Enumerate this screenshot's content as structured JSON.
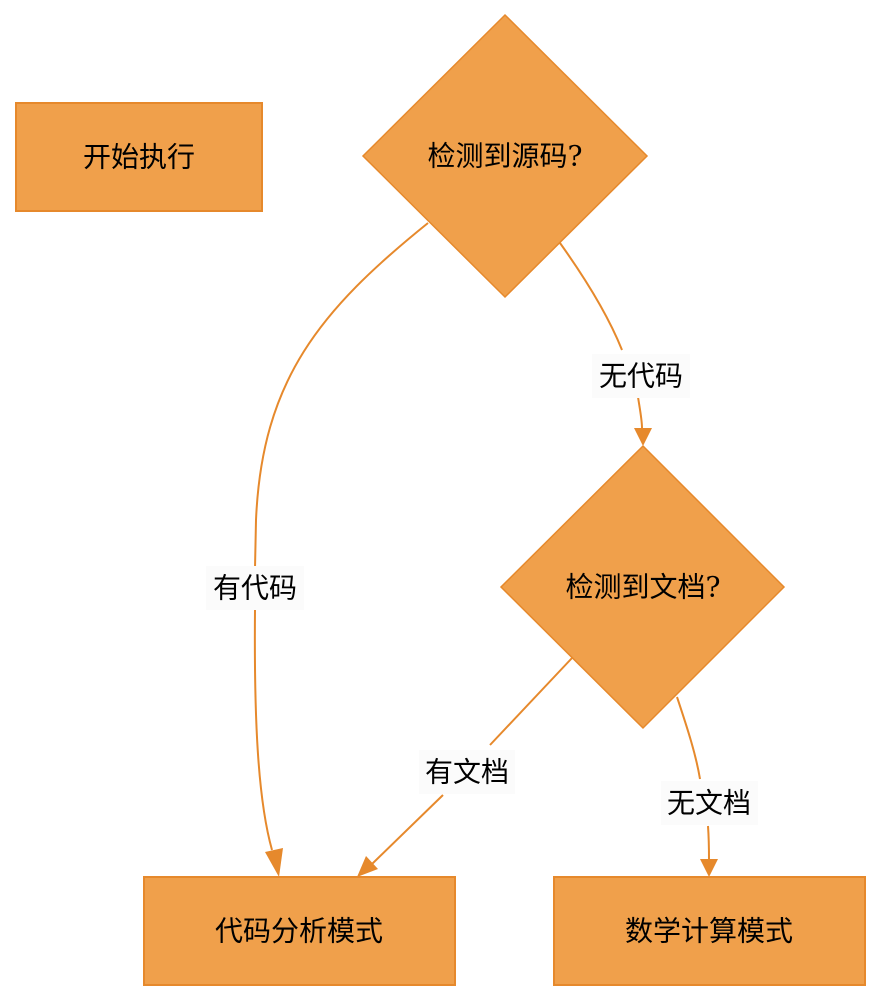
{
  "diagram": {
    "type": "flowchart",
    "colors": {
      "node_fill": "#F0A04B",
      "node_border": "#E6892C",
      "edge": "#E6892C",
      "text": "#000000"
    },
    "nodes": {
      "start": {
        "label": "开始执行",
        "shape": "rectangle"
      },
      "check_source": {
        "label": "检测到源码?",
        "shape": "diamond"
      },
      "check_docs": {
        "label": "检测到文档?",
        "shape": "diamond"
      },
      "code_analysis": {
        "label": "代码分析模式",
        "shape": "rectangle"
      },
      "math_compute": {
        "label": "数学计算模式",
        "shape": "rectangle"
      }
    },
    "edges": {
      "has_code": {
        "from": "check_source",
        "to": "code_analysis",
        "label": "有代码"
      },
      "no_code": {
        "from": "check_source",
        "to": "check_docs",
        "label": "无代码"
      },
      "has_docs": {
        "from": "check_docs",
        "to": "code_analysis",
        "label": "有文档"
      },
      "no_docs": {
        "from": "check_docs",
        "to": "math_compute",
        "label": "无文档"
      }
    }
  }
}
